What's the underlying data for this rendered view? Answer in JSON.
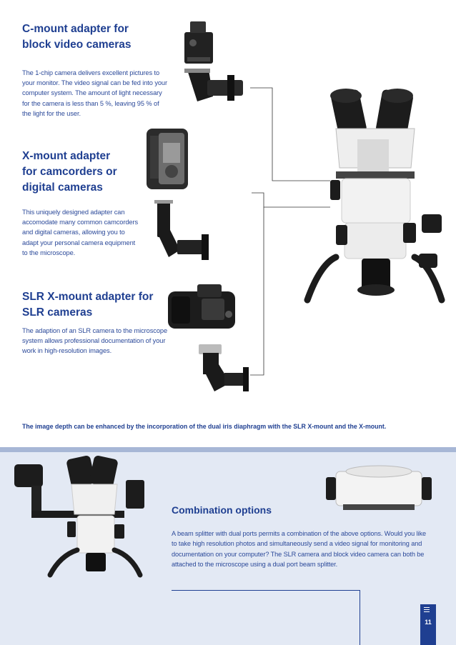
{
  "sections": [
    {
      "heading": "C-mount adapter for\nblock video cameras",
      "body": "The 1-chip camera delivers excellent pictures to\nyour monitor. The video signal can be fed into your\ncomputer system. The amount of light necessary\nfor the camera is less than 5 %, leaving 95 % of\nthe light for the user."
    },
    {
      "heading": "X-mount adapter\nfor camcorders or\ndigital cameras",
      "body": "This uniquely designed adapter can\naccomodate many common camcorders\nand digital cameras, allowing you to\nadapt your personal camera equipment\nto the microscope."
    },
    {
      "heading": "SLR X-mount adapter for\nSLR cameras",
      "body": "The adaption of an SLR camera to the microscope\nsystem allows professional documentation of your\nwork in high-resolution images."
    }
  ],
  "caption": "The image depth can be enhanced by the incorporation of the dual iris diaphragm with the SLR X-mount and the X-mount.",
  "combination": {
    "title": "Combination options",
    "body": "A beam splitter with dual ports permits a combination of the above options. Would you like\nto take high resolution photos and simultaneously send a video signal for monitoring and\ndocumentation on your computer? The SLR camera and block video camera can both be\nattached to the microscope using a dual port beam splitter."
  },
  "page_number": "11",
  "colors": {
    "text_blue": "#1f3f91",
    "band": "#a7b7d6",
    "lower_bg": "#e3e9f4"
  }
}
